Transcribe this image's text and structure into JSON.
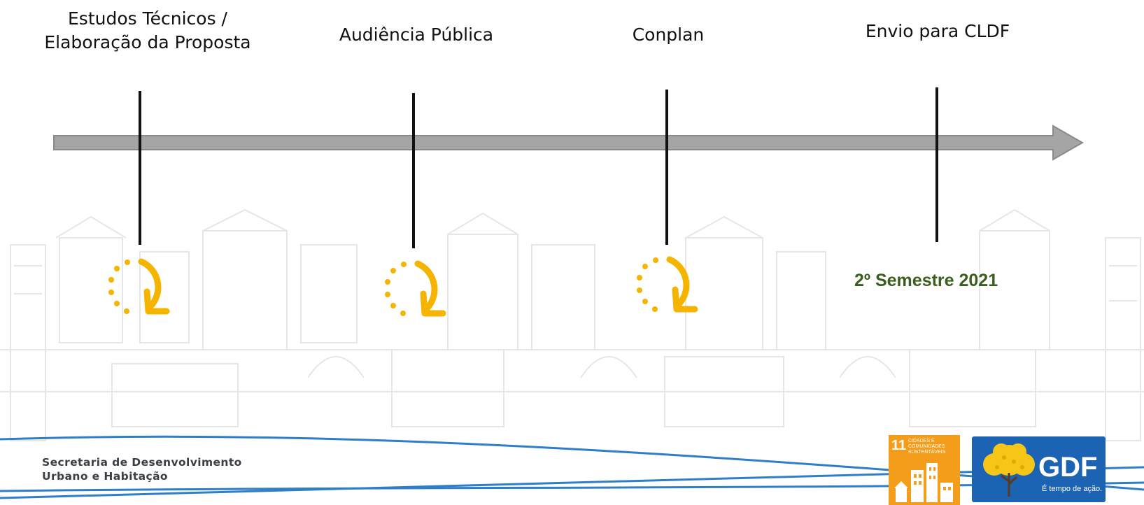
{
  "timeline": {
    "stages": [
      {
        "label_line1": "Estudos Técnicos /",
        "label_line2": "Elaboração da Proposta",
        "status": "in-progress"
      },
      {
        "label_line1": "Audiência Pública",
        "label_line2": "",
        "status": "in-progress"
      },
      {
        "label_line1": "Conplan",
        "label_line2": "",
        "status": "in-progress"
      },
      {
        "label_line1": "Envio para CLDF",
        "label_line2": "",
        "status": "scheduled"
      }
    ],
    "last_stage_status": "2º Semestre 2021",
    "progress_icon": "circular-arrow-icon",
    "colors": {
      "arrow": "#a5a5a5",
      "icon": "#f5b400",
      "status_text": "#3b5e1e"
    }
  },
  "footer": {
    "secretaria_line1": "Secretaria de Desenvolvimento",
    "secretaria_line2": "Urbano e Habitação",
    "sdg": {
      "number": "11",
      "text_line1": "CIDADES E",
      "text_line2": "COMUNIDADES",
      "text_line3": "SUSTENTÁVEIS",
      "color": "#f39d1a"
    },
    "gdf": {
      "title": "GDF",
      "slogan": "É tempo de ação.",
      "color": "#1c63b3"
    }
  }
}
